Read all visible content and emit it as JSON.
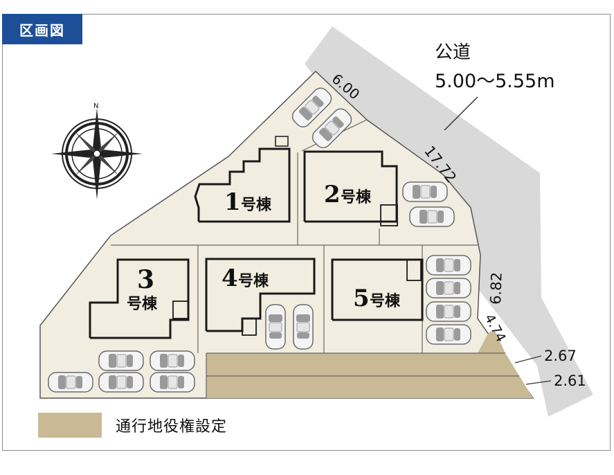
{
  "header": {
    "title": "区画図"
  },
  "road": {
    "name": "公道",
    "width": "5.00〜5.55m"
  },
  "dimensions": {
    "top": "6.00",
    "right_upper": "17.72",
    "right_mid": "6.82",
    "right_lower": "4.74",
    "bottom_upper": "2.67",
    "bottom_lower": "2.61"
  },
  "compass": {
    "north": "N"
  },
  "buildings": {
    "b1": {
      "num": "1",
      "suffix": "号棟"
    },
    "b2": {
      "num": "2",
      "suffix": "号棟"
    },
    "b3": {
      "num": "3",
      "suffix": "号棟"
    },
    "b4": {
      "num": "4",
      "suffix": "号棟"
    },
    "b5": {
      "num": "5",
      "suffix": "号棟"
    }
  },
  "legend": {
    "label": "通行地役権設定",
    "color": "#c9b994"
  },
  "colors": {
    "lot": "#f1ede0",
    "road": "#d9d9d9",
    "easement": "#c9b994",
    "header": "#1d4f98"
  }
}
